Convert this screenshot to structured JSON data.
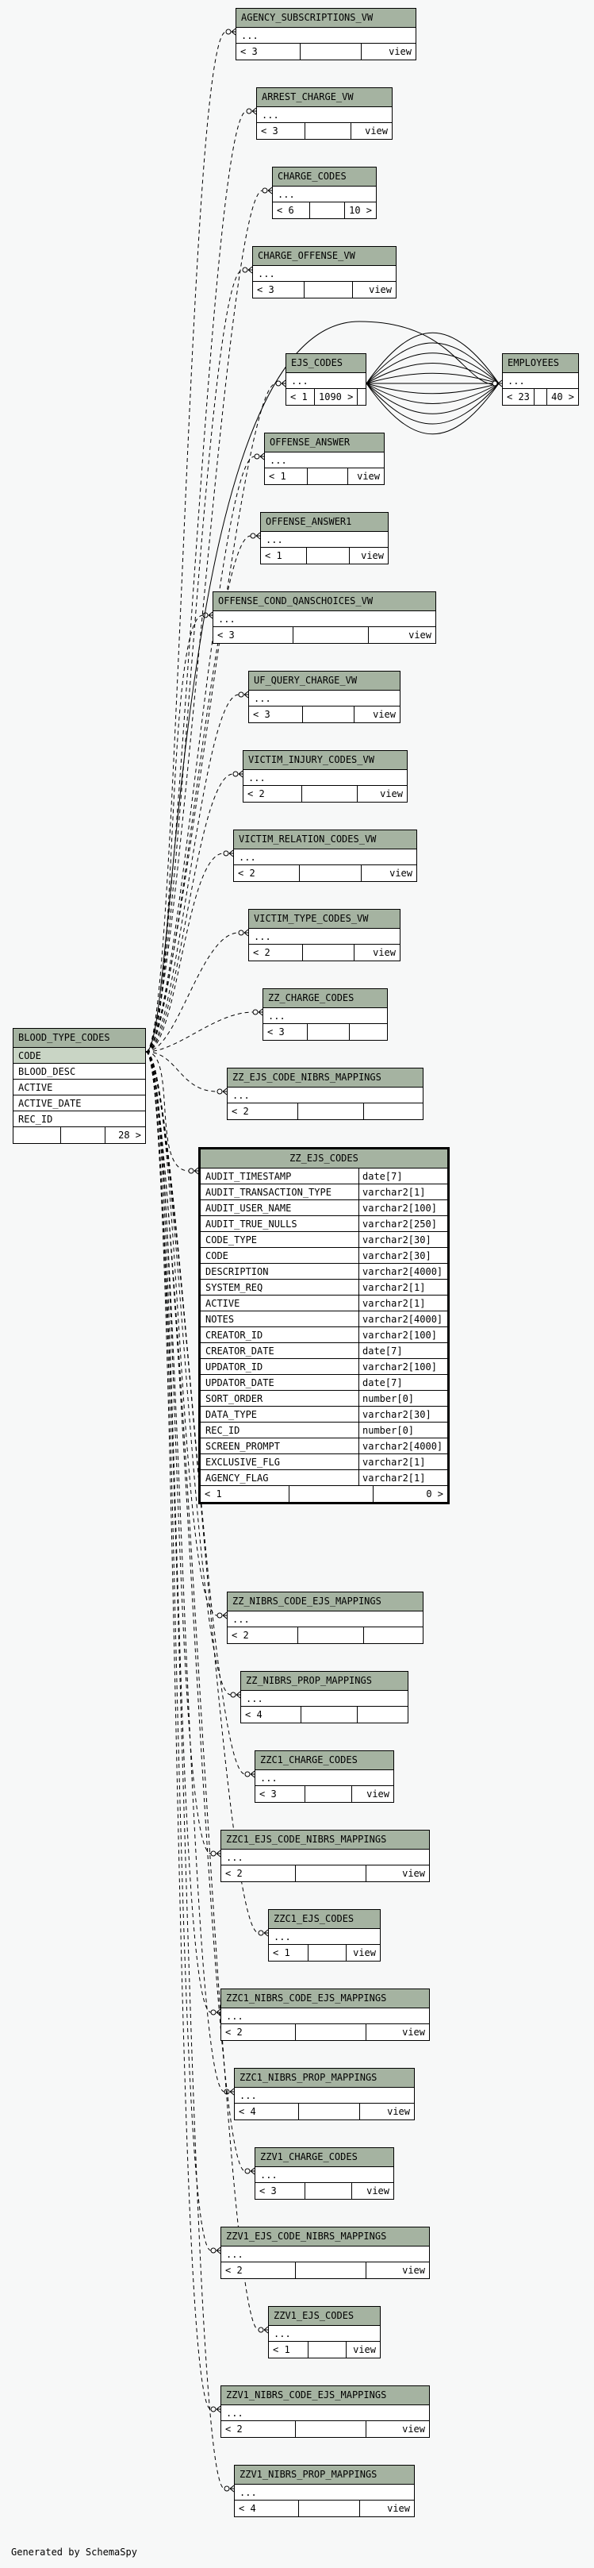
{
  "footer": "Generated by SchemaSpy",
  "tables": [
    {
      "id": "agency",
      "name": "AGENCY_SUBSCRIPTIONS_VW",
      "body": [
        "..."
      ],
      "foot": [
        "< 3",
        "",
        "view"
      ]
    },
    {
      "id": "arrest",
      "name": "ARREST_CHARGE_VW",
      "body": [
        "..."
      ],
      "foot": [
        "< 3",
        "",
        "view"
      ]
    },
    {
      "id": "chgcodes",
      "name": "CHARGE_CODES",
      "body": [
        "..."
      ],
      "foot": [
        "< 6",
        "",
        "10 >"
      ]
    },
    {
      "id": "chgoff",
      "name": "CHARGE_OFFENSE_VW",
      "body": [
        "..."
      ],
      "foot": [
        "< 3",
        "",
        "view"
      ]
    },
    {
      "id": "ejs",
      "name": "EJS_CODES",
      "body": [
        "..."
      ],
      "foot": [
        "< 1",
        "1090 >",
        ""
      ]
    },
    {
      "id": "emp",
      "name": "EMPLOYEES",
      "body": [
        "..."
      ],
      "foot": [
        "< 23",
        "",
        "40 >"
      ]
    },
    {
      "id": "offans",
      "name": "OFFENSE_ANSWER",
      "body": [
        "..."
      ],
      "foot": [
        "< 1",
        "",
        "view"
      ]
    },
    {
      "id": "offans1",
      "name": "OFFENSE_ANSWER1",
      "body": [
        "..."
      ],
      "foot": [
        "< 1",
        "",
        "view"
      ]
    },
    {
      "id": "offcond",
      "name": "OFFENSE_COND_QANSCHOICES_VW",
      "body": [
        "..."
      ],
      "foot": [
        "< 3",
        "",
        "view"
      ]
    },
    {
      "id": "ufq",
      "name": "UF_QUERY_CHARGE_VW",
      "body": [
        "..."
      ],
      "foot": [
        "< 3",
        "",
        "view"
      ]
    },
    {
      "id": "vinj",
      "name": "VICTIM_INJURY_CODES_VW",
      "body": [
        "..."
      ],
      "foot": [
        "< 2",
        "",
        "view"
      ]
    },
    {
      "id": "vrel",
      "name": "VICTIM_RELATION_CODES_VW",
      "body": [
        "..."
      ],
      "foot": [
        "< 2",
        "",
        "view"
      ]
    },
    {
      "id": "vtyp",
      "name": "VICTIM_TYPE_CODES_VW",
      "body": [
        "..."
      ],
      "foot": [
        "< 2",
        "",
        "view"
      ]
    },
    {
      "id": "zzchg",
      "name": "ZZ_CHARGE_CODES",
      "body": [
        "..."
      ],
      "foot": [
        "< 3",
        "",
        ""
      ]
    },
    {
      "id": "zzejsnibrs",
      "name": "ZZ_EJS_CODE_NIBRS_MAPPINGS",
      "body": [
        "..."
      ],
      "foot": [
        "< 2",
        "",
        ""
      ]
    },
    {
      "id": "blood",
      "name": "BLOOD_TYPE_CODES",
      "body": [
        "CODE",
        "BLOOD_DESC",
        "ACTIVE",
        "ACTIVE_DATE",
        "REC_ID"
      ],
      "foot": [
        "",
        "",
        "28 >"
      ]
    },
    {
      "id": "zzejs",
      "name": "ZZ_EJS_CODES",
      "columns": [
        [
          "AUDIT_TIMESTAMP",
          "date[7]"
        ],
        [
          "AUDIT_TRANSACTION_TYPE",
          "varchar2[1]"
        ],
        [
          "AUDIT_USER_NAME",
          "varchar2[100]"
        ],
        [
          "AUDIT_TRUE_NULLS",
          "varchar2[250]"
        ],
        [
          "CODE_TYPE",
          "varchar2[30]"
        ],
        [
          "CODE",
          "varchar2[30]"
        ],
        [
          "DESCRIPTION",
          "varchar2[4000]"
        ],
        [
          "SYSTEM_REQ",
          "varchar2[1]"
        ],
        [
          "ACTIVE",
          "varchar2[1]"
        ],
        [
          "NOTES",
          "varchar2[4000]"
        ],
        [
          "CREATOR_ID",
          "varchar2[100]"
        ],
        [
          "CREATOR_DATE",
          "date[7]"
        ],
        [
          "UPDATOR_ID",
          "varchar2[100]"
        ],
        [
          "UPDATOR_DATE",
          "date[7]"
        ],
        [
          "SORT_ORDER",
          "number[0]"
        ],
        [
          "DATA_TYPE",
          "varchar2[30]"
        ],
        [
          "REC_ID",
          "number[0]"
        ],
        [
          "SCREEN_PROMPT",
          "varchar2[4000]"
        ],
        [
          "EXCLUSIVE_FLG",
          "varchar2[1]"
        ],
        [
          "AGENCY_FLAG",
          "varchar2[1]"
        ]
      ],
      "foot": [
        "< 1",
        "",
        "0 >"
      ]
    },
    {
      "id": "zznibrsejs",
      "name": "ZZ_NIBRS_CODE_EJS_MAPPINGS",
      "body": [
        "..."
      ],
      "foot": [
        "< 2",
        "",
        ""
      ]
    },
    {
      "id": "zznibrsprop",
      "name": "ZZ_NIBRS_PROP_MAPPINGS",
      "body": [
        "..."
      ],
      "foot": [
        "< 4",
        "",
        ""
      ]
    },
    {
      "id": "zzc1chg",
      "name": "ZZC1_CHARGE_CODES",
      "body": [
        "..."
      ],
      "foot": [
        "< 3",
        "",
        "view"
      ]
    },
    {
      "id": "zzc1ejsnibrs",
      "name": "ZZC1_EJS_CODE_NIBRS_MAPPINGS",
      "body": [
        "..."
      ],
      "foot": [
        "< 2",
        "",
        "view"
      ]
    },
    {
      "id": "zzc1ejs",
      "name": "ZZC1_EJS_CODES",
      "body": [
        "..."
      ],
      "foot": [
        "< 1",
        "",
        "view"
      ]
    },
    {
      "id": "zzc1nibrsejs",
      "name": "ZZC1_NIBRS_CODE_EJS_MAPPINGS",
      "body": [
        "..."
      ],
      "foot": [
        "< 2",
        "",
        "view"
      ]
    },
    {
      "id": "zzc1nibrsprop",
      "name": "ZZC1_NIBRS_PROP_MAPPINGS",
      "body": [
        "..."
      ],
      "foot": [
        "< 4",
        "",
        "view"
      ]
    },
    {
      "id": "zzv1chg",
      "name": "ZZV1_CHARGE_CODES",
      "body": [
        "..."
      ],
      "foot": [
        "< 3",
        "",
        "view"
      ]
    },
    {
      "id": "zzv1ejsnibrs",
      "name": "ZZV1_EJS_CODE_NIBRS_MAPPINGS",
      "body": [
        "..."
      ],
      "foot": [
        "< 2",
        "",
        "view"
      ]
    },
    {
      "id": "zzv1ejs",
      "name": "ZZV1_EJS_CODES",
      "body": [
        "..."
      ],
      "foot": [
        "< 1",
        "",
        "view"
      ]
    },
    {
      "id": "zzv1nibrsejs",
      "name": "ZZV1_NIBRS_CODE_EJS_MAPPINGS",
      "body": [
        "..."
      ],
      "foot": [
        "< 2",
        "",
        "view"
      ]
    },
    {
      "id": "zzv1nibrsprop",
      "name": "ZZV1_NIBRS_PROP_MAPPINGS",
      "body": [
        "..."
      ],
      "foot": [
        "< 4",
        "",
        "view"
      ]
    }
  ]
}
